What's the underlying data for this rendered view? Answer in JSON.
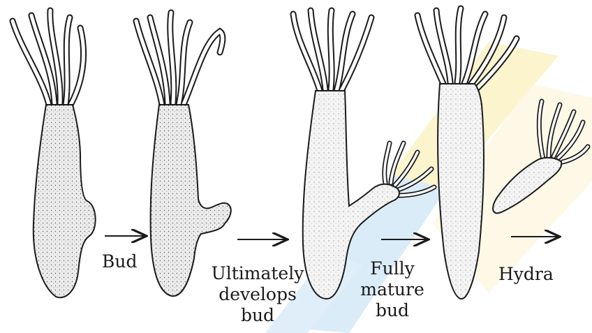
{
  "stages": [
    {
      "id": "stage-1",
      "label": ""
    },
    {
      "id": "stage-2",
      "label": ""
    },
    {
      "id": "stage-3",
      "label": ""
    },
    {
      "id": "stage-4",
      "label": ""
    },
    {
      "id": "stage-5",
      "label": ""
    }
  ],
  "labels": {
    "bud": "Bud",
    "ultimately": [
      "Ultimately",
      "develops",
      "bud"
    ],
    "fully": [
      "Fully",
      "mature",
      "bud"
    ],
    "hydra": "Hydra"
  },
  "colors": {
    "ink": "#1a1a1a",
    "body_fill": "#e9e9e9",
    "watermark_blue": "#cfe7f7",
    "watermark_yellow": "#fbf3c6"
  }
}
